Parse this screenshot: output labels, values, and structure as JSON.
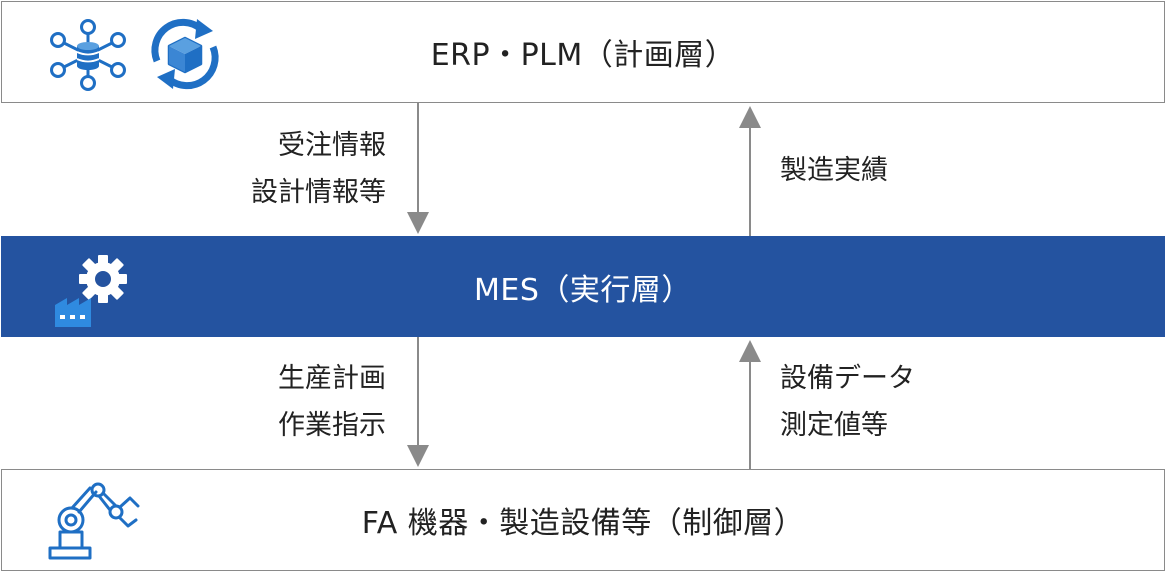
{
  "layers": {
    "planning": {
      "label": "ERP・PLM（計画層）"
    },
    "execution": {
      "label": "MES（実行層）"
    },
    "control": {
      "label": "FA 機器・製造設備等（制御層）"
    }
  },
  "flows": {
    "planning_to_execution": [
      "受注情報",
      "設計情報等"
    ],
    "execution_to_planning": [
      "製造実績"
    ],
    "execution_to_control": [
      "生産計画",
      "作業指示"
    ],
    "control_to_execution": [
      "設備データ",
      "測定値等"
    ]
  },
  "colors": {
    "execution_band": "#2453a0",
    "icon_blue": "#1f6fc4",
    "arrow": "#8a8a8a",
    "border": "#8a8a8a"
  },
  "icons": {
    "planning": [
      "network-database-icon",
      "cycle-box-icon"
    ],
    "execution": [
      "factory-gear-icon"
    ],
    "control": [
      "robot-arm-icon"
    ]
  }
}
